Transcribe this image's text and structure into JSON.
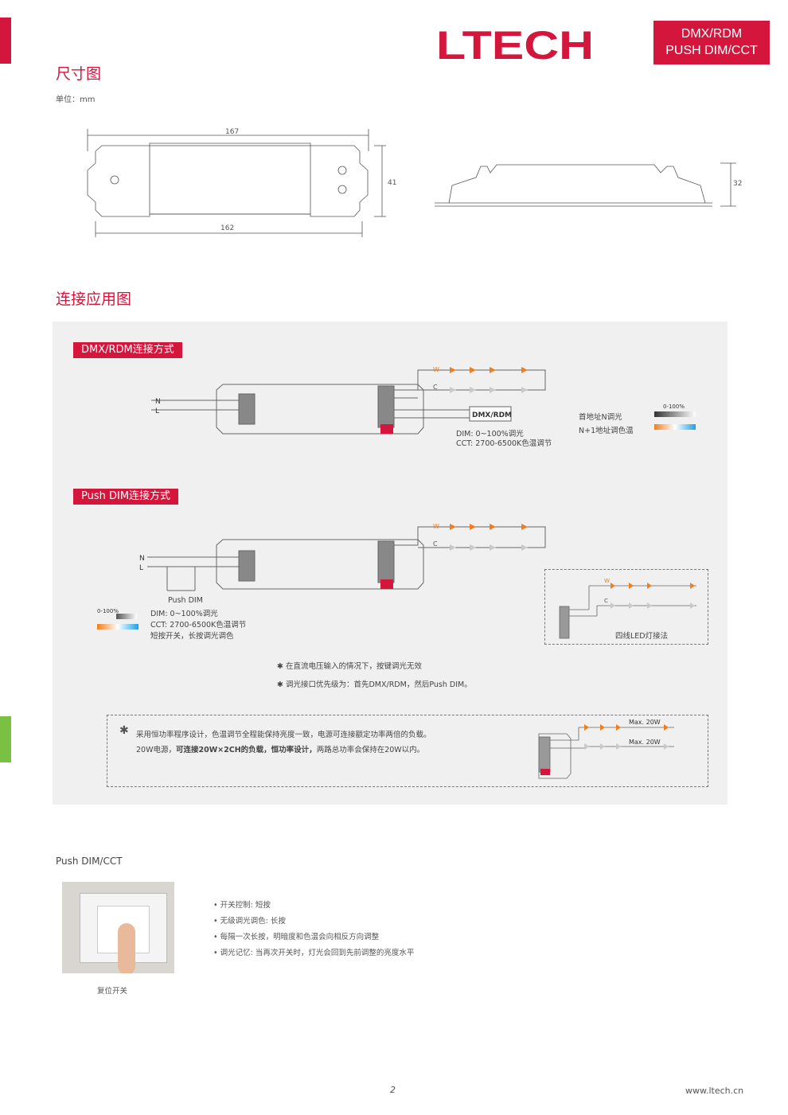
{
  "header": {
    "logo_text": "LTECH",
    "badge_line1": "DMX/RDM",
    "badge_line2": "PUSH DIM/CCT"
  },
  "dimensions": {
    "title": "尺寸图",
    "unit": "单位：mm",
    "width_total": "167",
    "width_inner": "162",
    "height": "41",
    "thickness": "32"
  },
  "connection": {
    "title": "连接应用图",
    "dmx_tag": "DMX/RDM连接方式",
    "push_tag": "Push DIM连接方式",
    "n_label": "N",
    "l_label": "L",
    "w_label": "W",
    "c_label": "C",
    "dmx_box": "DMX/RDM",
    "dmx_dim": "DIM: 0~100%调光",
    "dmx_cct": "CCT: 2700-6500K色温调节",
    "addr_n": "首地址N调光",
    "addr_n1": "N+1地址调色温",
    "range_label": "0-100%",
    "push_label": "Push DIM",
    "push_dim": "DIM: 0~100%调光",
    "push_cct": "CCT: 2700-6500K色温调节",
    "push_note": "短按开关，长按调光调色",
    "push_range": "0-100%",
    "four_wire": "四线LED灯接法",
    "note1": "✱ 在直流电压输入的情况下，按键调光无效",
    "note2": "✱ 调光接口优先级为：首先DMX/RDM，然后Push DIM。",
    "box_line1": "采用恒功率程序设计，色温调节全程能保持亮度一致，电源可连接额定功率两倍的负载。",
    "box_line2a": "20W电源，",
    "box_line2b": "可连接20W×2CH的负载，恒功率设计，",
    "box_line2c": "两路总功率会保持在20W以内。",
    "max1": "Max. 20W",
    "max2": "Max. 20W"
  },
  "push_section": {
    "title": "Push DIM/CCT",
    "caption": "复位开关",
    "bullets": [
      "• 开关控制: 短按",
      "• 无级调光调色: 长按",
      "• 每隔一次长按，明暗度和色温会向相反方向调整",
      "• 调光记忆: 当再次开关时，灯光会回到先前调整的亮度水平"
    ]
  },
  "footer": {
    "page": "2",
    "url": "www.ltech.cn"
  },
  "colors": {
    "brand": "#d4163c",
    "green": "#7ac143",
    "led_warm": "#f07d1e",
    "led_cool": "#c9c9c9"
  }
}
